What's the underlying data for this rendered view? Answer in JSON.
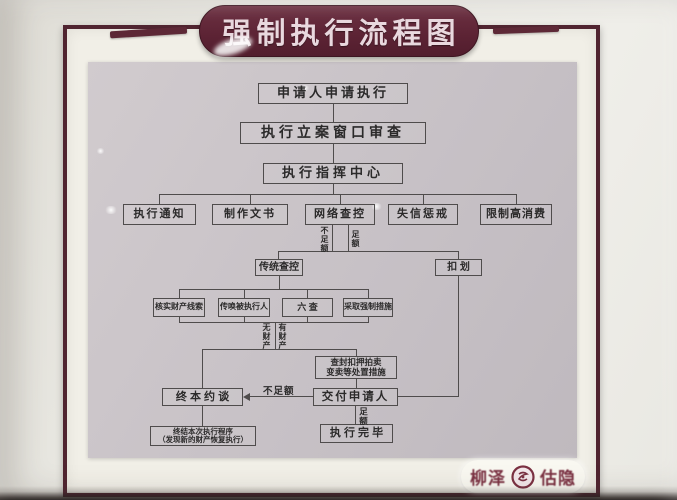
{
  "title": "强制执行流程图",
  "flow": {
    "nodes": {
      "apply": "申请人申请执行",
      "filing": "执行立案窗口审查",
      "command": "执行指挥中心",
      "notice": "执行通知",
      "documents": "制作文书",
      "network": "网络查控",
      "dishonesty": "失信惩戒",
      "restrict": "限制高消费",
      "traditional": "传统查控",
      "deduct": "扣 划",
      "verify": "核实财产线索",
      "summon": "传唤被执行人",
      "six": "六 查",
      "coercive": "采取强制措施",
      "disposal1": "查封扣押拍卖",
      "disposal2": "变卖等处置措施",
      "interview": "终 本 约 谈",
      "deliver": "交付申请人",
      "terminate1": "终结本次执行程序",
      "terminate2": "（发现新的财产恢复执行）",
      "complete": "执 行 完 毕"
    },
    "labels": {
      "net_insufficient": "不足额",
      "net_sufficient": "足额",
      "no_property": "无财产",
      "has_property": "有财产",
      "deliver_insufficient": "不足额",
      "deliver_sufficient": "足额"
    }
  },
  "watermark": {
    "left_text": "柳泽",
    "right_text": "估隐"
  },
  "colors": {
    "frame": "#502430",
    "title_bg": "#5c2334",
    "title_text": "#e9d8de",
    "board": "#c7c1c6",
    "line": "#4f4c4c",
    "watermark": "#7b3142"
  }
}
